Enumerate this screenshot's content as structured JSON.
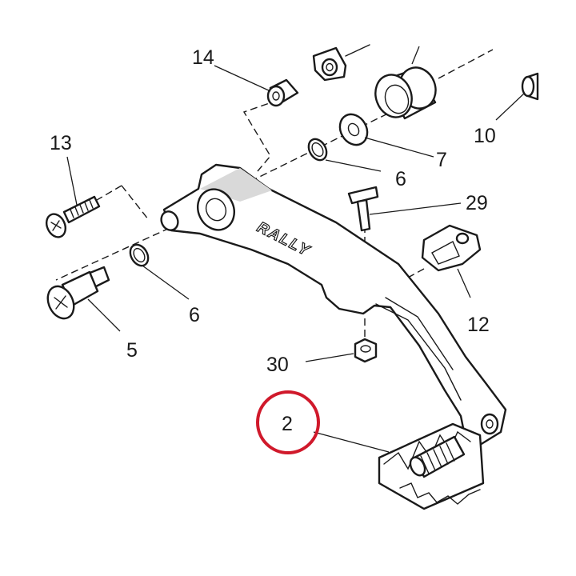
{
  "brand_text": "RALLY",
  "highlight_color": "#d0192b",
  "highlighted_part": "2",
  "labels": {
    "l14": "14",
    "l13": "13",
    "l10": "10",
    "l7": "7",
    "l6a": "6",
    "l6b": "6",
    "l29": "29",
    "l12": "12",
    "l5": "5",
    "l30": "30",
    "l2": "2"
  }
}
